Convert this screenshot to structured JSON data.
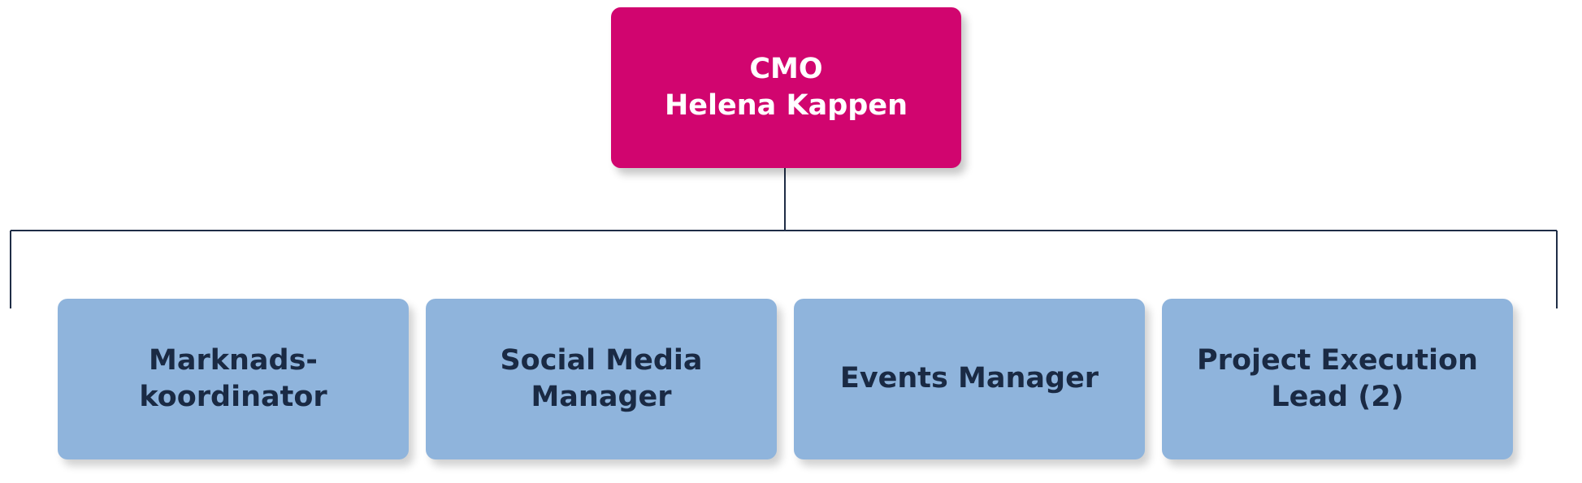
{
  "colors": {
    "root_fill": "#d1056f",
    "root_text": "#ffffff",
    "child_fill": "#8fb4dc",
    "child_text": "#1a2a44",
    "connector": "#1f2d46"
  },
  "root": {
    "title": "CMO",
    "name": "Helena Kappen"
  },
  "children": [
    {
      "label": "Marknads-\nkoordinator"
    },
    {
      "label": "Social Media\nManager"
    },
    {
      "label": "Events Manager"
    },
    {
      "label": "Project Execution\nLead (2)"
    }
  ]
}
